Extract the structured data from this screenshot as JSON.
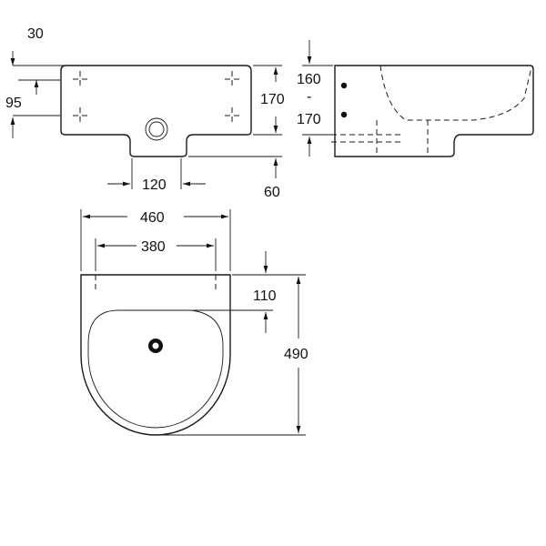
{
  "dimensions": {
    "d30": "30",
    "d95": "95",
    "d170_left": "170",
    "d120": "120",
    "d60": "60",
    "d160": "160",
    "d_dash": "-",
    "d170_right": "170",
    "d460": "460",
    "d380": "380",
    "d110": "110",
    "d490": "490"
  }
}
